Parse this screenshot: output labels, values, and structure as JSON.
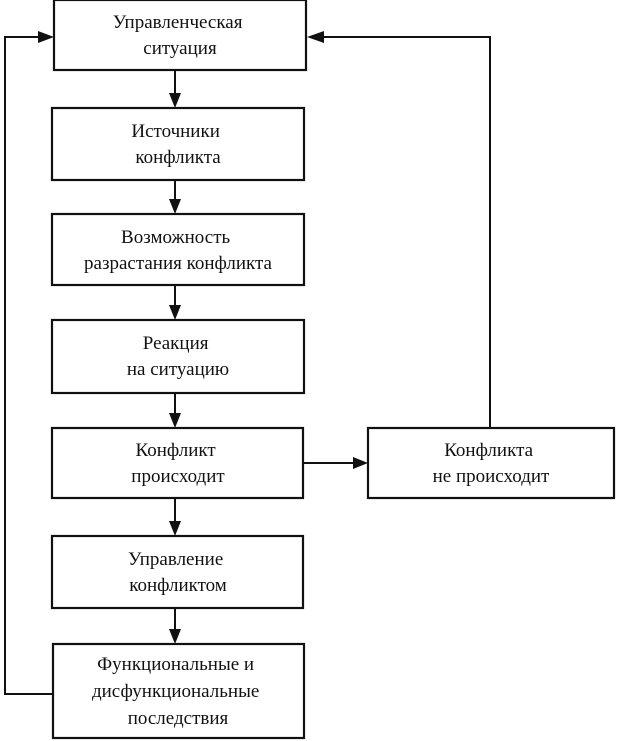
{
  "diagram": {
    "nodes": {
      "situation": {
        "lines": [
          "Управленческая",
          "ситуация"
        ]
      },
      "sources": {
        "lines": [
          "Источники",
          "конфликта"
        ]
      },
      "growth": {
        "lines": [
          "Возможность",
          "разрастания конфликта"
        ]
      },
      "reaction": {
        "lines": [
          "Реакция",
          "на ситуацию"
        ]
      },
      "occurs": {
        "lines": [
          "Конфликт",
          "происходит"
        ]
      },
      "not_occurs": {
        "lines": [
          "Конфликта",
          "не происходит"
        ]
      },
      "management": {
        "lines": [
          "Управление",
          "конфликтом"
        ]
      },
      "consequences": {
        "lines": [
          "Функциональные и",
          "дисфункциональные",
          "последствия"
        ]
      }
    },
    "edges": [
      {
        "from": "situation",
        "to": "sources"
      },
      {
        "from": "sources",
        "to": "growth"
      },
      {
        "from": "growth",
        "to": "reaction"
      },
      {
        "from": "reaction",
        "to": "occurs"
      },
      {
        "from": "occurs",
        "to": "not_occurs"
      },
      {
        "from": "occurs",
        "to": "management"
      },
      {
        "from": "management",
        "to": "consequences"
      },
      {
        "from": "not_occurs",
        "to": "situation"
      },
      {
        "from": "consequences",
        "to": "situation"
      }
    ]
  }
}
